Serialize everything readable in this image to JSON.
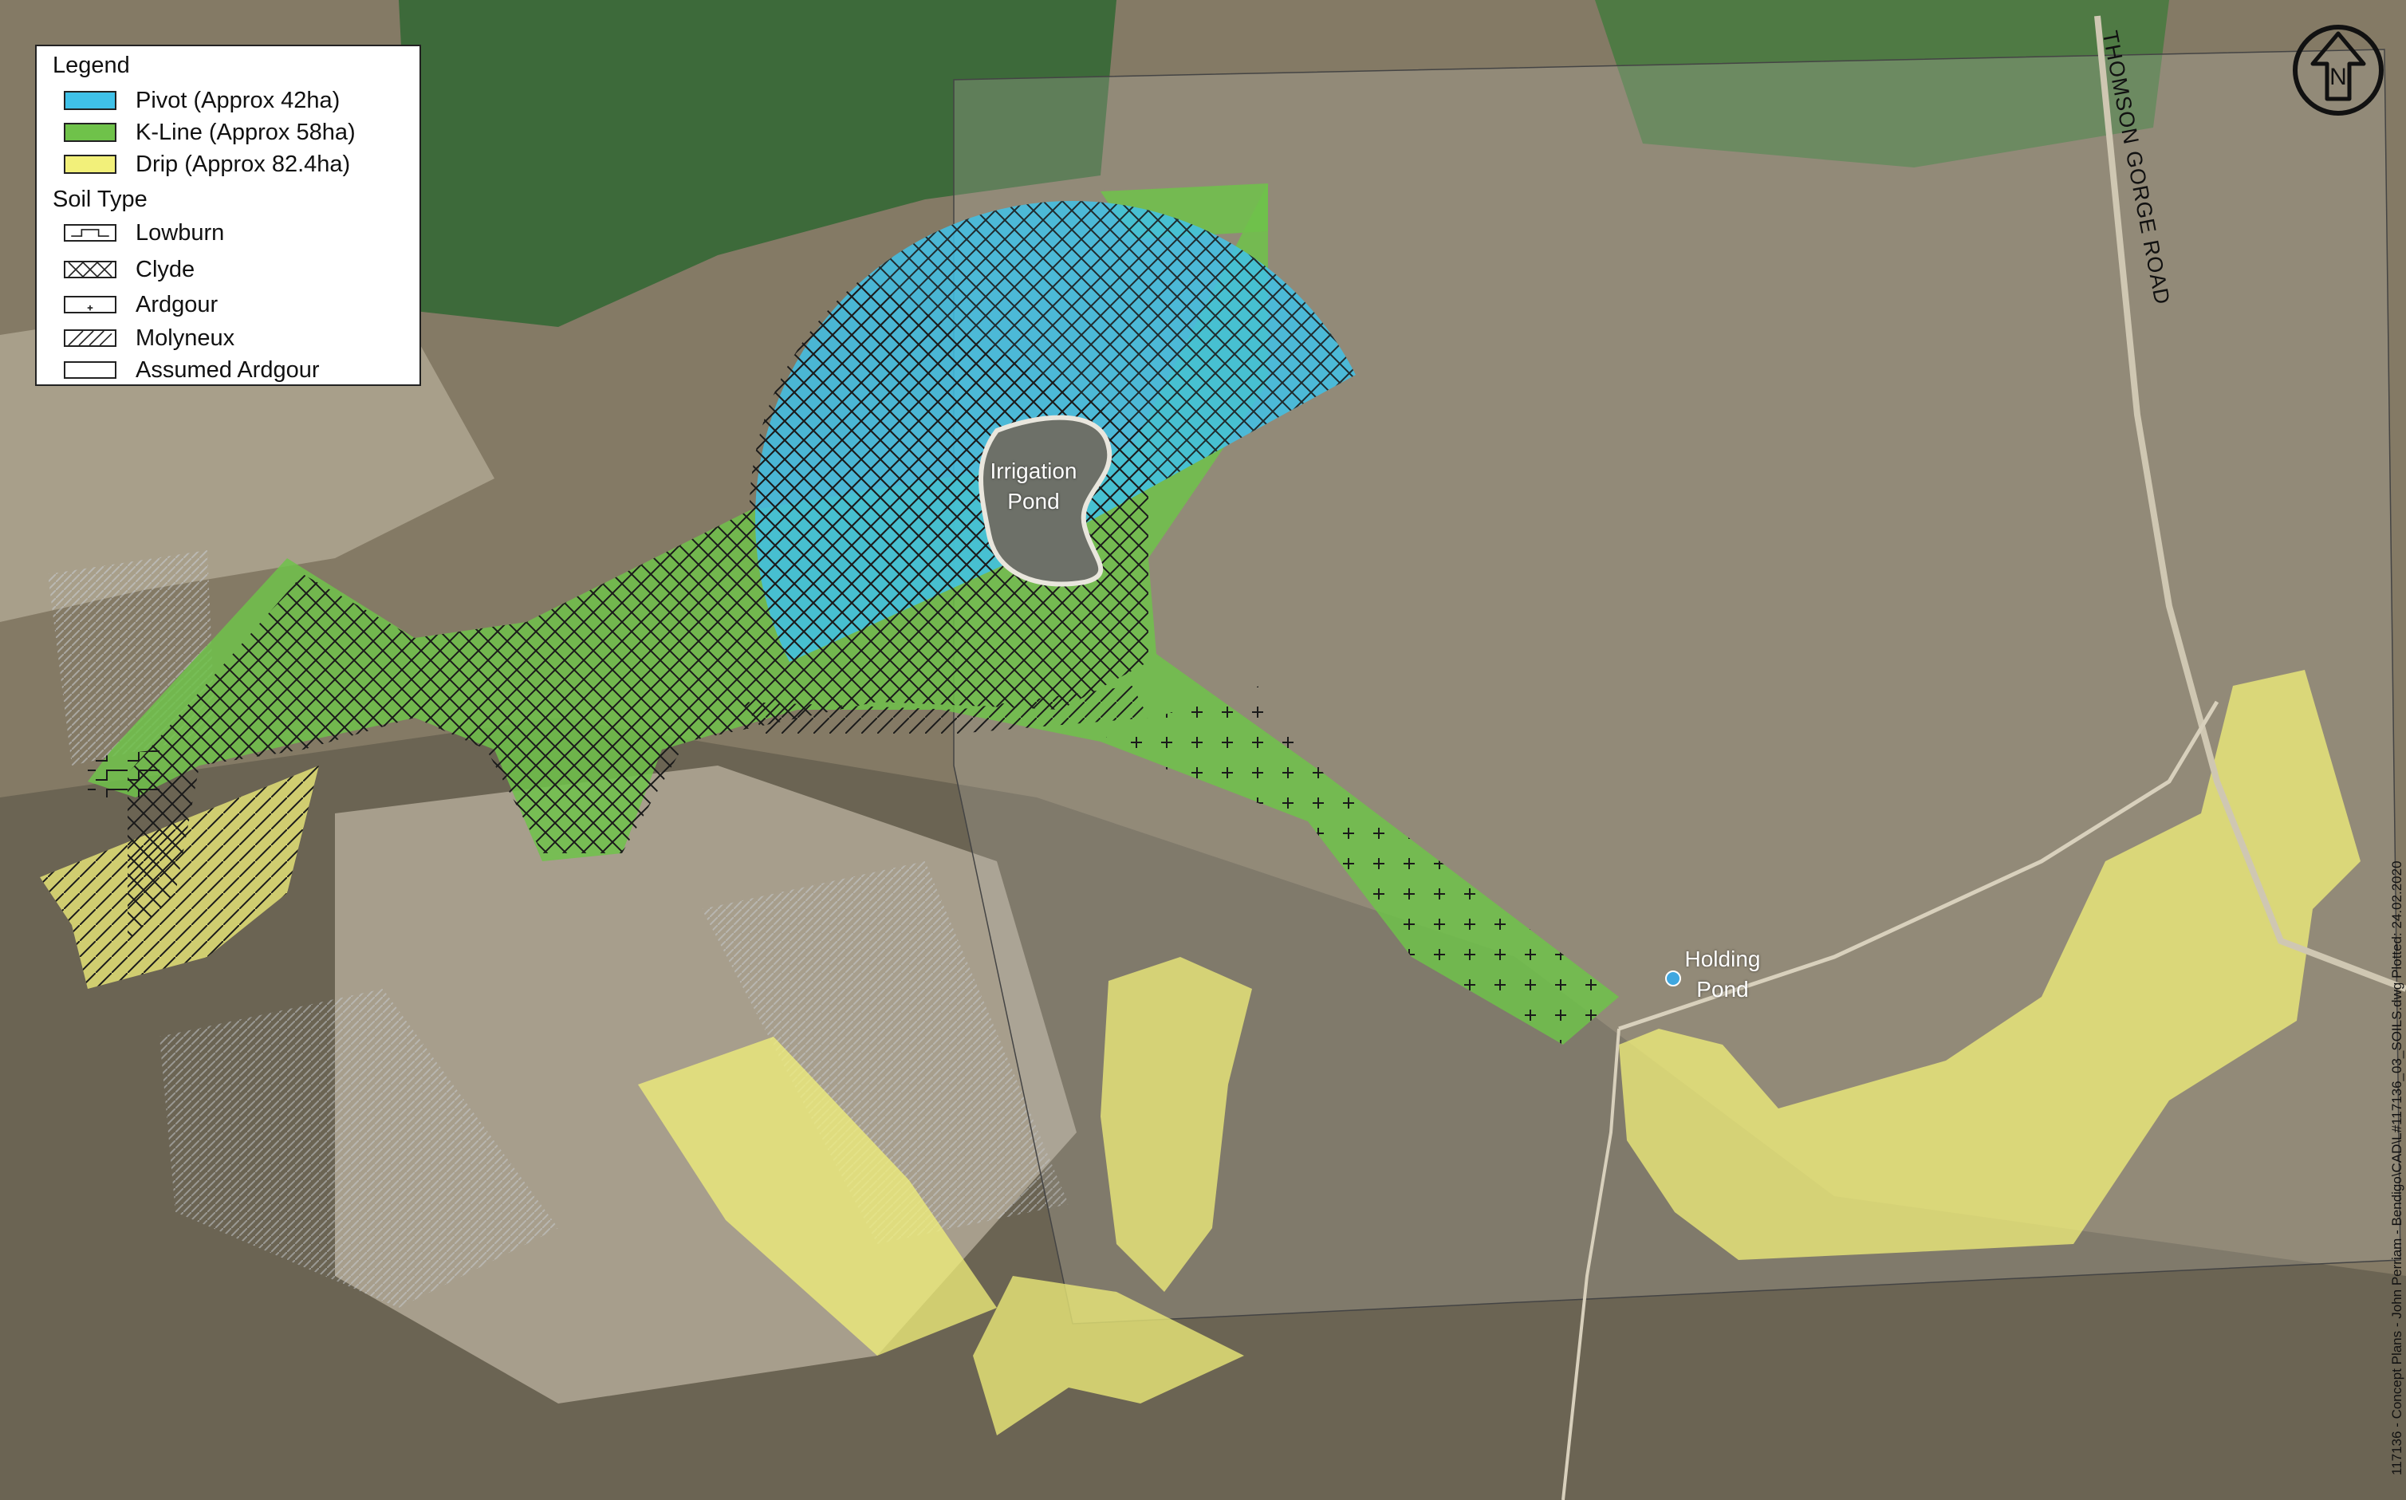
{
  "legend": {
    "title": "Legend",
    "irrigation": [
      {
        "label": "Pivot (Approx 42ha)",
        "color": "#3fc1e8"
      },
      {
        "label": "K-Line (Approx 58ha)",
        "color": "#6fc24a"
      },
      {
        "label": "Drip (Approx 82.4ha)",
        "color": "#f2f07a"
      }
    ],
    "soil_title": "Soil Type",
    "soils": [
      {
        "label": "Lowburn",
        "pattern": "lowburn-pattern"
      },
      {
        "label": "Clyde",
        "pattern": "clyde-pattern"
      },
      {
        "label": "Ardgour",
        "pattern": "ardgour-pattern"
      },
      {
        "label": "Molyneux",
        "pattern": "molyneux-pattern"
      },
      {
        "label": "Assumed Ardgour",
        "pattern": "none"
      }
    ]
  },
  "labels": {
    "irrigation_pond": "Irrigation Pond",
    "holding_pond": "Holding Pond",
    "road": "THOMSON GORGE ROAD",
    "plot_stamp": "117136 - Concept Plans - John Perriam - Bendigo\\CAD\\L#117136_03_SOILS.dwg Plotted: 24.02.2020",
    "north": "N"
  },
  "colors": {
    "pivot": "#3fc1e8",
    "kline": "#6fc24a",
    "drip": "#f2f07a",
    "background_dry": "#8a7f6a",
    "background_green": "#3e6b3a"
  }
}
